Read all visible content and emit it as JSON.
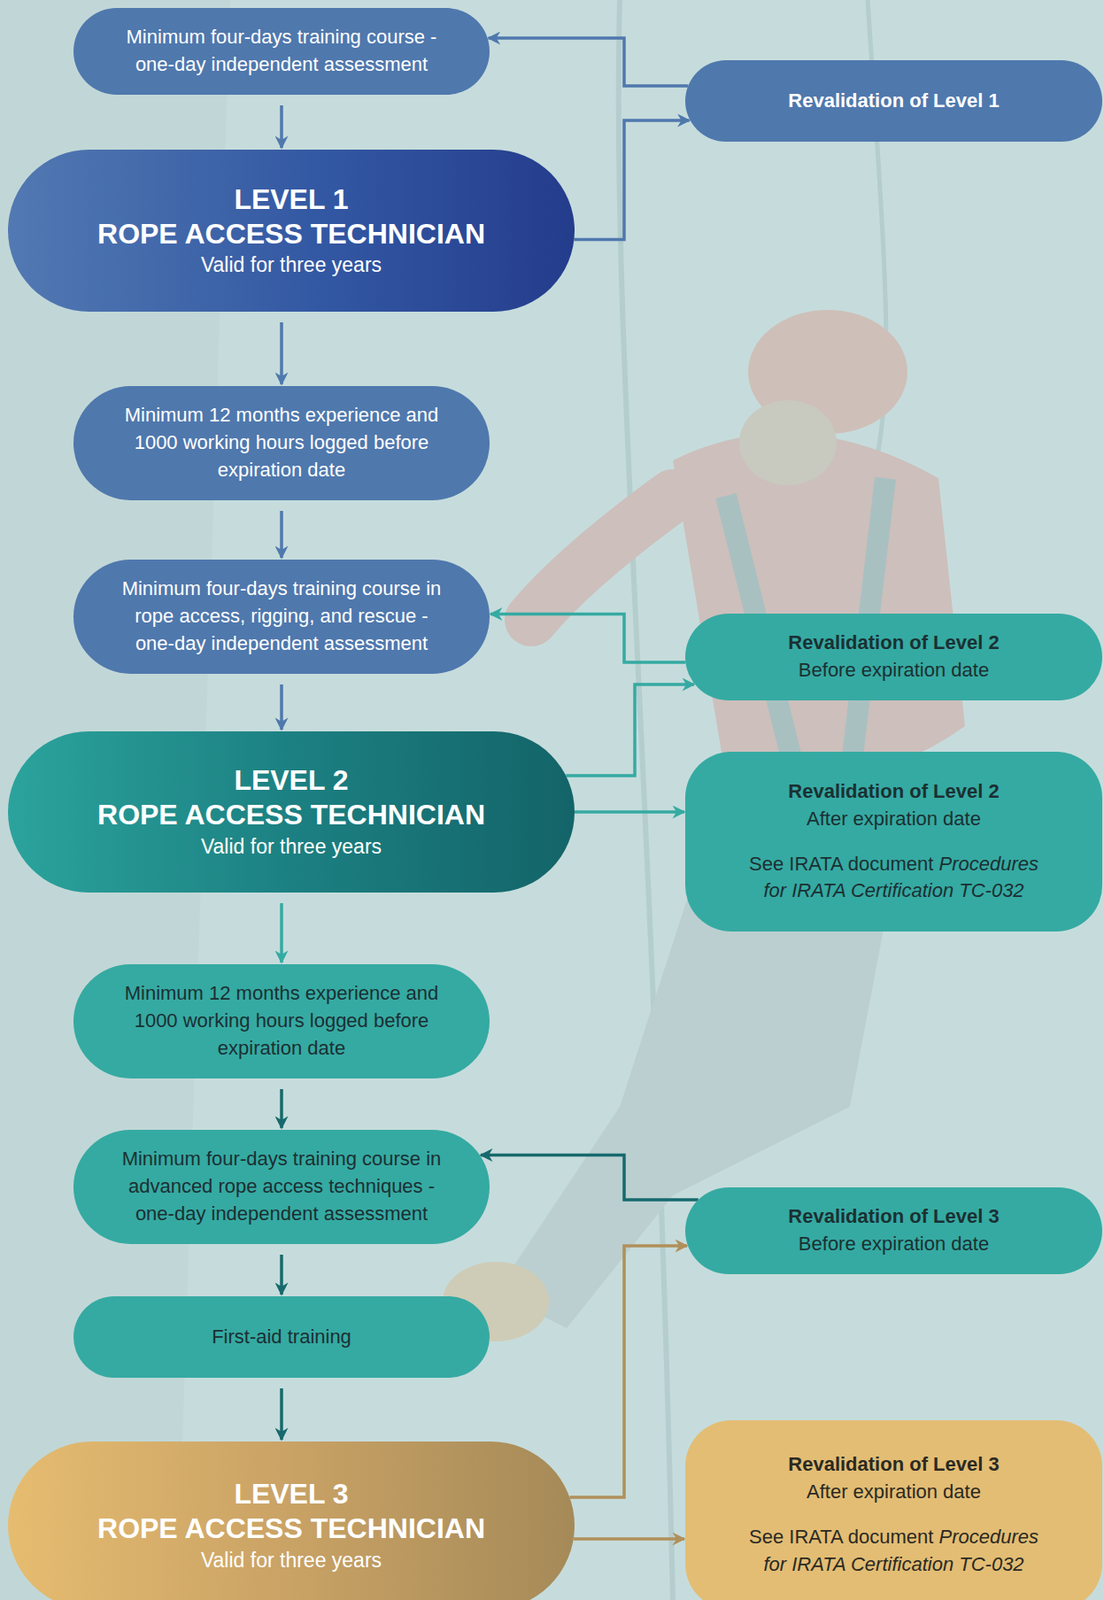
{
  "diagram": {
    "nodes": [
      {
        "text": [
          "Minimum four-days training course - one-day independent assessment"
        ]
      },
      {
        "text": [
          "Revalidation of Level 1"
        ]
      },
      {
        "text": [
          "LEVEL 1",
          "ROPE ACCESS TECHNICIAN",
          "Valid for three years"
        ]
      },
      {
        "text": [
          "Minimum 12 months experience and 1000 working hours logged before expiration date"
        ]
      },
      {
        "text": [
          "Minimum four-days training course in rope access, rigging, and rescue - one-day independent assessment"
        ]
      },
      {
        "text": [
          "Revalidation of Level 2",
          "Before expiration date"
        ]
      },
      {
        "text": [
          "LEVEL 2",
          "ROPE ACCESS TECHNICIAN",
          "Valid for three years"
        ]
      },
      {
        "text": [
          "Revalidation of Level 2",
          "After expiration date",
          "See IRATA document",
          "Procedures for IRATA Certification TC-032"
        ]
      },
      {
        "text": [
          "Minimum 12 months experience and 1000 working hours logged before expiration date"
        ]
      },
      {
        "text": [
          "Minimum four-days training course in advanced rope access techniques - one-day independent assessment"
        ]
      },
      {
        "text": [
          "Revalidation of Level 3",
          "Before expiration date"
        ]
      },
      {
        "text": [
          "First-aid training"
        ]
      },
      {
        "text": [
          "LEVEL 3",
          "ROPE ACCESS TECHNICIAN",
          "Valid for three years"
        ]
      },
      {
        "text": [
          "Revalidation of Level 3",
          "After expiration date",
          "See IRATA document",
          "Procedures for IRATA Certification TC-032"
        ]
      }
    ],
    "edges": [
      {
        "from": 0,
        "to": 2,
        "arrow": "to"
      },
      {
        "from": 2,
        "to": 1,
        "arrow": "to"
      },
      {
        "from": 1,
        "to": 0,
        "arrow": "to"
      },
      {
        "from": 2,
        "to": 3,
        "arrow": "to"
      },
      {
        "from": 3,
        "to": 4,
        "arrow": "to"
      },
      {
        "from": 4,
        "to": 6,
        "arrow": "to"
      },
      {
        "from": 5,
        "to": 4,
        "arrow": "to"
      },
      {
        "from": 6,
        "to": 5,
        "arrow": "to"
      },
      {
        "from": 6,
        "to": 7,
        "arrow": "to"
      },
      {
        "from": 6,
        "to": 8,
        "arrow": "to"
      },
      {
        "from": 8,
        "to": 9,
        "arrow": "to"
      },
      {
        "from": 10,
        "to": 9,
        "arrow": "to"
      },
      {
        "from": 9,
        "to": 11,
        "arrow": "to"
      },
      {
        "from": 11,
        "to": 12,
        "arrow": "to"
      },
      {
        "from": 12,
        "to": 10,
        "arrow": "to"
      },
      {
        "from": 12,
        "to": 13,
        "arrow": "to"
      }
    ]
  }
}
